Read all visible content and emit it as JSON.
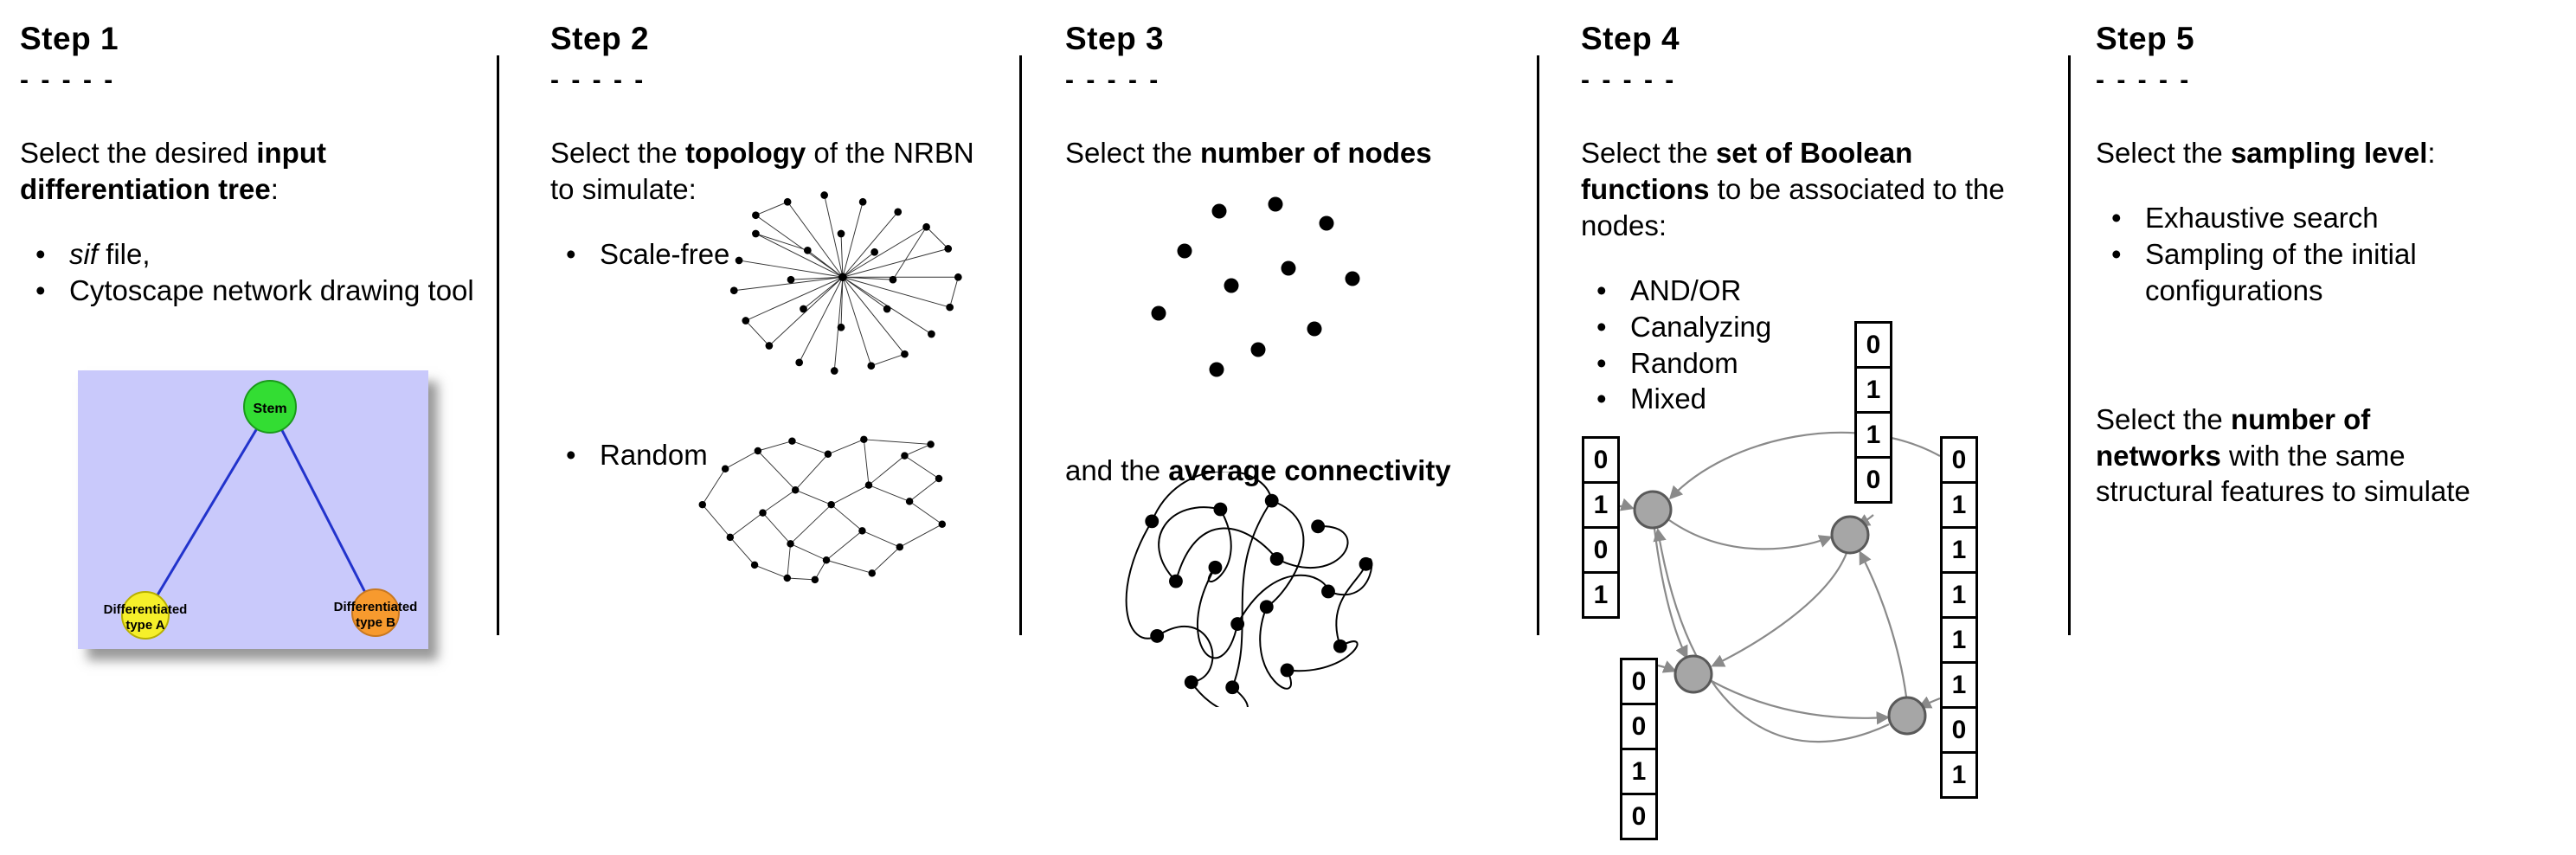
{
  "ui": {
    "text_color": "#000000",
    "divider_color": "#000000"
  },
  "icons": {
    "bullet": "•"
  },
  "steps": [
    {
      "title": "Step 1",
      "dashes": "- - - - -",
      "intro": {
        "pre": "Select the desired ",
        "bold": "input differentiation tree",
        "post": ":"
      },
      "bullets": [
        {
          "italic": "sif",
          "text": " file,"
        },
        {
          "italic": "",
          "text": "Cytoscape network drawing tool"
        }
      ],
      "tree": {
        "root_label": "Stem",
        "type_a": [
          "Differentiated",
          "type A"
        ],
        "type_b": [
          "Differentiated",
          "type B"
        ],
        "colors": {
          "background": "#c9c9fb",
          "stem": "#33dd33",
          "type_a": "#f6ef2a",
          "type_b": "#f79a2e",
          "edge": "#2233cc"
        }
      }
    },
    {
      "title": "Step 2",
      "dashes": "- - - - -",
      "intro": {
        "pre": "Select the ",
        "bold": "topology",
        "post": " of the NRBN to simulate:"
      },
      "bullets": [
        "Scale-free",
        "Random"
      ]
    },
    {
      "title": "Step 3",
      "dashes": "- - - - -",
      "line1": {
        "pre": "Select the ",
        "bold": "number of nodes",
        "post": ""
      },
      "line2": {
        "pre": "and the ",
        "bold": "average connectivity",
        "post": ""
      }
    },
    {
      "title": "Step 4",
      "dashes": "- - - - -",
      "intro": {
        "pre": "Select the ",
        "bold": "set of Boolean functions",
        "post": " to be associated to the nodes:"
      },
      "bullets": [
        "AND/OR",
        "Canalyzing",
        "Random",
        "Mixed"
      ],
      "truth_tables": {
        "left": [
          "0",
          "1",
          "0",
          "1"
        ],
        "top": [
          "0",
          "1",
          "1",
          "0"
        ],
        "bottom_left": [
          "0",
          "0",
          "1",
          "0"
        ],
        "right": [
          "0",
          "1",
          "1",
          "1",
          "1",
          "1",
          "0",
          "1"
        ]
      }
    },
    {
      "title": "Step 5",
      "dashes": "- - - - -",
      "intro": {
        "pre": "Select the ",
        "bold": "sampling level",
        "post": ":"
      },
      "bullets": [
        "Exhaustive search",
        "Sampling of the initial configurations"
      ],
      "second": {
        "pre": "Select the ",
        "bold": "number of networks",
        "post": " with the same structural features to simulate"
      }
    }
  ]
}
